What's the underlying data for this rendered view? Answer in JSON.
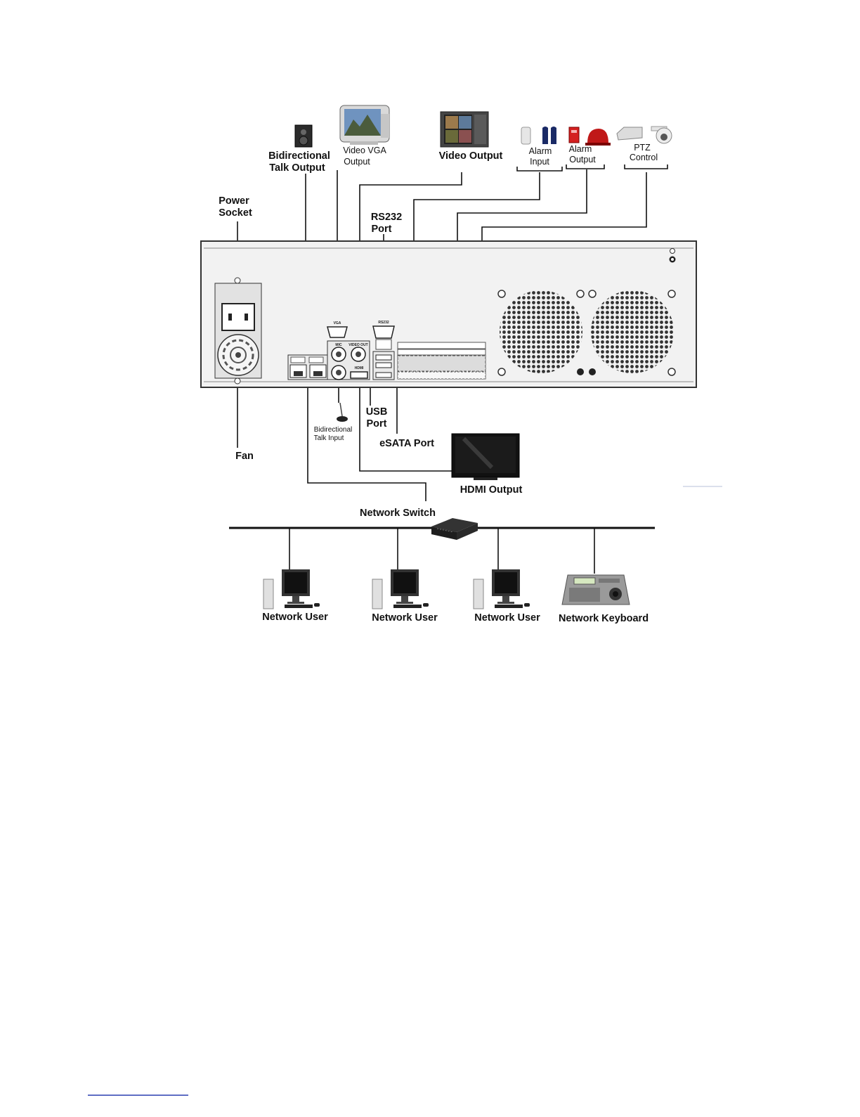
{
  "labels": {
    "bidirectional_talk_output": [
      "Bidirectional",
      "Talk Output"
    ],
    "video_vga_output": [
      "Video VGA",
      "Output"
    ],
    "video_output": "Video Output",
    "alarm_input": [
      "Alarm",
      "Input"
    ],
    "alarm_output": [
      "Alarm",
      "Output"
    ],
    "ptz_control": [
      "PTZ",
      "Control"
    ],
    "power_socket": [
      "Power",
      "Socket"
    ],
    "rs232_port": [
      "RS232",
      "Port"
    ],
    "usb_port": [
      "USB",
      "Port"
    ],
    "bidirectional_talk_input": [
      "Bidirectional",
      "Talk Input"
    ],
    "esata_port": "eSATA Port",
    "fan": "Fan",
    "hdmi_output": "HDMI Output",
    "network_switch": "Network Switch",
    "network_users": [
      "Network User",
      "Network User",
      "Network User"
    ],
    "network_keyboard": "Network Keyboard"
  },
  "panel_text": {
    "vga": "VGA",
    "rs232": "RS232",
    "mic": "MIC",
    "video_out": "VIDEO OUT",
    "hdmi": "HDMI"
  },
  "colors": {
    "panel_fill": "#f2f2f2",
    "panel_stroke": "#333333",
    "line": "#111111",
    "alarm_red": "#d42020",
    "footer_rule": "#2a3fb0"
  },
  "icons": [
    "speaker-icon",
    "crt-monitor-icon",
    "video-monitor-icon",
    "motion-sensor-icon",
    "siren-icon",
    "ptz-camera-icon",
    "microphone-icon",
    "lcd-tv-icon",
    "network-switch-icon",
    "desktop-computer-icon",
    "keyboard-controller-icon"
  ]
}
